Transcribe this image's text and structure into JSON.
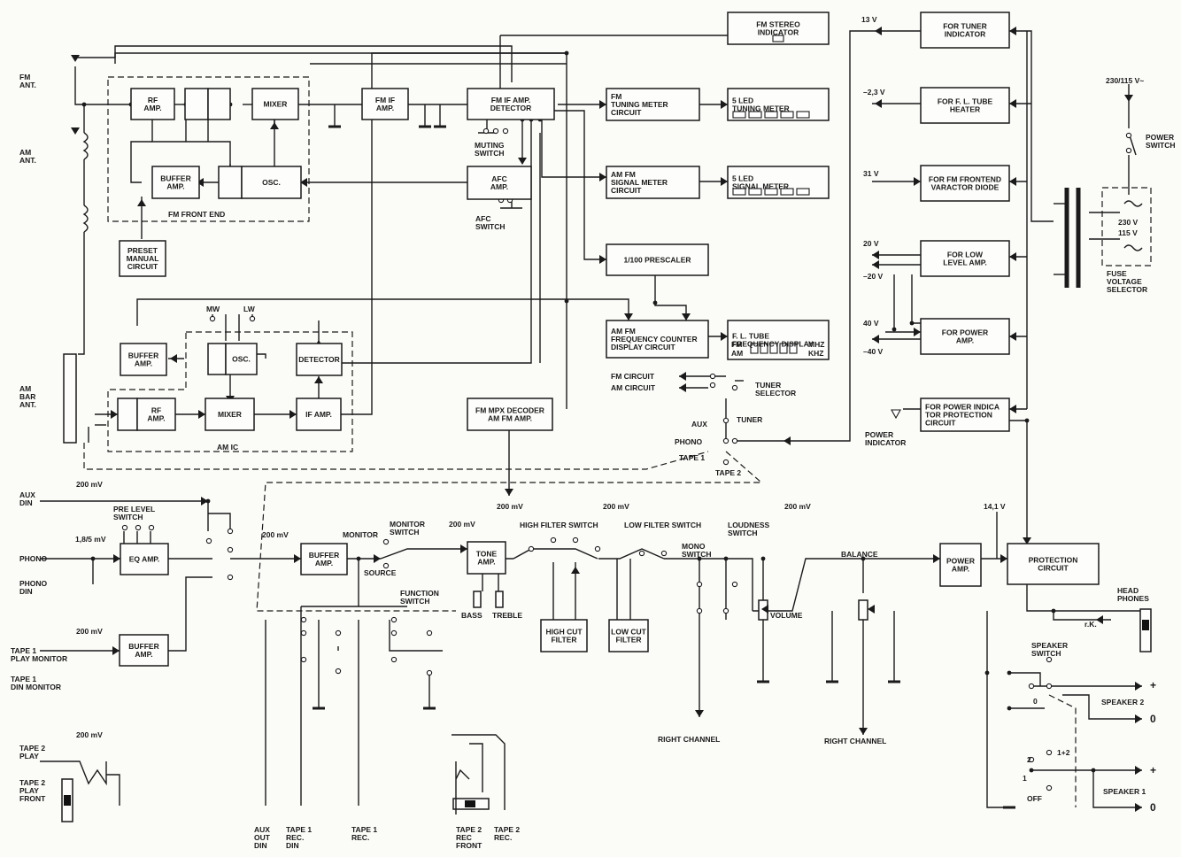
{
  "blocks": {
    "fm_stereo_indicator": [
      "FM  STEREO",
      "INDICATOR"
    ],
    "fm_tuning_meter_circuit": [
      "FM",
      "TUNING METER",
      "CIRCUIT"
    ],
    "led_tuning_meter": [
      "5 LED",
      "TUNING  METER"
    ],
    "am_fm_signal_meter_circuit": [
      "AM  FM",
      "SIGNAL METER",
      "CIRCUIT"
    ],
    "led_signal_meter": [
      "5 LED",
      "SIGNAL  METER"
    ],
    "prescaler": [
      "1/100 PRESCALER"
    ],
    "freq_counter": [
      "AM  FM",
      "FREQUENCY COUNTER",
      "DISPLAY CIRCUIT"
    ],
    "fl_tube_display": [
      "F. L. TUBE",
      "FREQUENCY DISPLAY"
    ],
    "fl_display_fm": "FM",
    "fl_display_am": "AM",
    "fl_display_mhz": "MHZ",
    "fl_display_khz": "KHZ",
    "rf_amp": [
      "RF",
      "AMP."
    ],
    "mixer": [
      "MIXER"
    ],
    "fm_if_amp": [
      "FM IF",
      "AMP."
    ],
    "fm_if_detector": [
      "FM  IF  AMP.",
      "DETECTOR"
    ],
    "buffer_amp_fm": [
      "BUFFER",
      "AMP."
    ],
    "osc_fm": [
      "OSC."
    ],
    "afc_amp": [
      "AFC",
      "AMP."
    ],
    "preset_manual": [
      "PRESET",
      "MANUAL",
      "CIRCUIT"
    ],
    "buffer_amp_am": [
      "BUFFER",
      "AMP."
    ],
    "osc_am": [
      "OSC."
    ],
    "detector_am": [
      "DETECTOR"
    ],
    "am_rf_amp": [
      "RF",
      "AMP."
    ],
    "am_mixer": [
      "MIXER"
    ],
    "am_if_amp": [
      "IF  AMP."
    ],
    "fm_mpx_decoder": [
      "FM MPX DECODER",
      "AM FM AMP."
    ],
    "eq_amp": [
      "EQ AMP."
    ],
    "buffer_amp_main": [
      "BUFFER",
      "AMP."
    ],
    "buffer_amp_tape": [
      "BUFFER",
      "AMP."
    ],
    "tone_amp": [
      "TONE",
      "AMP."
    ],
    "high_cut_filter": [
      "HIGH CUT",
      "FILTER"
    ],
    "low_cut_filter": [
      "LOW CUT",
      "FILTER"
    ],
    "power_amp": [
      "POWER",
      "AMP."
    ],
    "protection_circuit": [
      "PROTECTION",
      "CIRCUIT"
    ],
    "for_tuner_indicator": [
      "FOR TUNER",
      "INDICATOR"
    ],
    "for_fl_tube_heater": [
      "FOR F. L. TUBE",
      "HEATER"
    ],
    "for_fm_frontend": [
      "FOR FM FRONTEND",
      "VARACTOR DIODE"
    ],
    "for_low_level_amp": [
      "FOR LOW",
      "LEVEL AMP."
    ],
    "for_power_amp": [
      "FOR POWER",
      "AMP."
    ],
    "for_power_indicator": [
      "FOR POWER INDICA",
      "TOR PROTECTION",
      "CIRCUIT"
    ]
  },
  "labels": {
    "fm_ant": [
      "FM",
      "ANT."
    ],
    "am_ant": [
      "AM",
      "ANT."
    ],
    "am_bar_ant": [
      "AM",
      "BAR",
      "ANT."
    ],
    "fm_front_end": "FM FRONT END",
    "am_ic": "AM IC",
    "muting_switch": [
      "MUTING",
      "SWITCH"
    ],
    "afc_switch": [
      "AFC",
      "SWITCH"
    ],
    "mw": "MW",
    "lw": "LW",
    "fm_circuit": "FM CIRCUIT",
    "am_circuit": "AM CIRCUIT",
    "tuner_selector": [
      "TUNER",
      "SELECTOR"
    ],
    "aux": "AUX",
    "tuner": "TUNER",
    "phono_sel": "PHONO",
    "tape1_sel": "TAPE 1",
    "tape2_sel": "TAPE 2",
    "aux_din": [
      "AUX",
      "DIN"
    ],
    "pre_level_switch": [
      "PRE LEVEL",
      "SWITCH"
    ],
    "phono": "PHONO",
    "phono_din": [
      "PHONO",
      "DIN"
    ],
    "tape1_play_monitor": [
      "TAPE 1",
      "PLAY MONITOR"
    ],
    "tape1_din_monitor": [
      "TAPE 1",
      "DIN MONITOR"
    ],
    "tape2_play": [
      "TAPE 2",
      "PLAY"
    ],
    "tape2_play_front": [
      "TAPE 2",
      "PLAY",
      "FRONT"
    ],
    "mv_200": "200 mV",
    "mv_phono": "1,8/5 mV",
    "monitor": "MONITOR",
    "monitor_switch": [
      "MONITOR",
      "SWITCH"
    ],
    "source": "SOURCE",
    "function_switch": [
      "FUNCTION",
      "SWITCH"
    ],
    "bass": "BASS",
    "treble": "TREBLE",
    "high_filter_switch": "HIGH FILTER SWITCH",
    "low_filter_switch": "LOW FILTER SWITCH",
    "mono_switch": [
      "MONO",
      "SWITCH"
    ],
    "loudness_switch": [
      "LOUDNESS",
      "SWITCH"
    ],
    "volume": "VOLUME",
    "balance": "BALANCE",
    "right_channel": "RIGHT CHANNEL",
    "v_14_1": "14,1 V",
    "aux_out_din": [
      "AUX",
      "OUT",
      "DIN"
    ],
    "tape1_rec_din": [
      "TAPE 1",
      "REC.",
      "DIN"
    ],
    "tape1_rec": [
      "TAPE 1",
      "REC."
    ],
    "tape2_rec_front": [
      "TAPE 2",
      "REC",
      "FRONT"
    ],
    "tape2_rec": [
      "TAPE 2",
      "REC."
    ],
    "headphones": [
      "HEAD",
      "PHONES"
    ],
    "rk": "r.K.",
    "speaker_switch": [
      "SPEAKER",
      "SWITCH"
    ],
    "speaker2": "SPEAKER 2",
    "speaker1": "SPEAKER 1",
    "spk_0": "0",
    "spk_12": "1+2",
    "spk_2": "2",
    "spk_1": "1",
    "spk_off": "OFF",
    "plus": "+",
    "zero": "0",
    "v_13": "13 V",
    "v_m2_3": "–2,3 V",
    "v_31": "31 V",
    "v_20": "20 V",
    "v_m20": "–20 V",
    "v_40": "40 V",
    "v_m40": "–40 V",
    "mains": "230/115 V~",
    "power_switch": [
      "POWER",
      "SWITCH"
    ],
    "v_230": "230 V",
    "v_115": "115 V",
    "fuse_selector": [
      "FUSE",
      "VOLTAGE",
      "SELECTOR"
    ],
    "power_indicator": [
      "POWER",
      "INDICATOR"
    ]
  }
}
